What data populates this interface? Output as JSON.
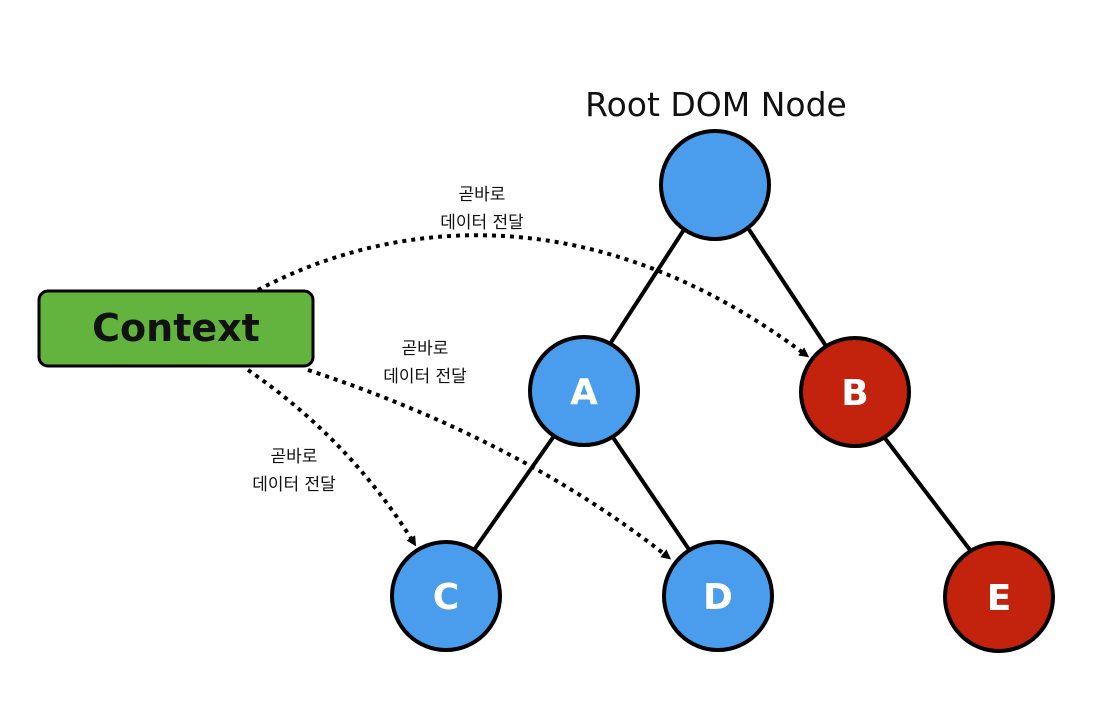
{
  "title": "Root DOM Node",
  "context": {
    "label": "Context",
    "color": "#62b43f"
  },
  "colors": {
    "blue": "#4a9ced",
    "red": "#c3220d"
  },
  "nodes": [
    {
      "id": "root",
      "label": "",
      "color": "blue"
    },
    {
      "id": "A",
      "label": "A",
      "color": "blue"
    },
    {
      "id": "B",
      "label": "B",
      "color": "red"
    },
    {
      "id": "C",
      "label": "C",
      "color": "blue"
    },
    {
      "id": "D",
      "label": "D",
      "color": "blue"
    },
    {
      "id": "E",
      "label": "E",
      "color": "red"
    }
  ],
  "edges": [
    [
      "root",
      "A"
    ],
    [
      "root",
      "B"
    ],
    [
      "A",
      "C"
    ],
    [
      "A",
      "D"
    ],
    [
      "B",
      "E"
    ]
  ],
  "annotations": [
    {
      "line1": "곧바로",
      "line2": "데이터 전달"
    },
    {
      "line1": "곧바로",
      "line2": "데이터 전달"
    },
    {
      "line1": "곧바로",
      "line2": "데이터 전달"
    }
  ]
}
